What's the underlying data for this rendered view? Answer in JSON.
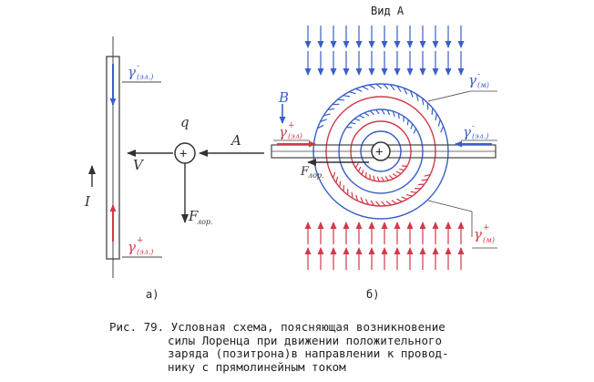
{
  "left_diagram": {
    "electron_label": "γ",
    "electron_sup": "-",
    "electron_sub": "(эл.)",
    "positron_label": "γ",
    "positron_sup": "+",
    "positron_sub": "(эл.)",
    "current_label": "I",
    "velocity_label": "V",
    "charge_label": "q",
    "charge_symbol": "+",
    "view_label": "A",
    "force_label": "F",
    "force_sub": "лор.",
    "caption": "а)"
  },
  "right_diagram": {
    "title": "Вид А",
    "field_label": "B",
    "field_top_label": "γ",
    "field_top_sup": "-",
    "field_top_sub": "(м)",
    "field_bottom_label": "γ",
    "field_bottom_sup": "+",
    "field_bottom_sub": "(м)",
    "left_charge_label": "γ",
    "left_charge_sup": "+",
    "left_charge_sub": "(эл)",
    "right_charge_label": "γ",
    "right_charge_sup": "-",
    "right_charge_sub": "(эл.)",
    "force_label": "F",
    "force_sub": "лор.",
    "charge_symbol": "+",
    "caption": "б)"
  },
  "figure_caption": {
    "line1": "Рис. 79. Условная схема, поясняющая возникновение",
    "line2": "силы Лоренца при движении положительного",
    "line3": "заряда (позитрона)в направлении к провод-",
    "line4": "нику с прямолинейным током"
  },
  "colors": {
    "blue": "#3a5fc8",
    "red": "#d03a4a",
    "ink": "#333333"
  }
}
